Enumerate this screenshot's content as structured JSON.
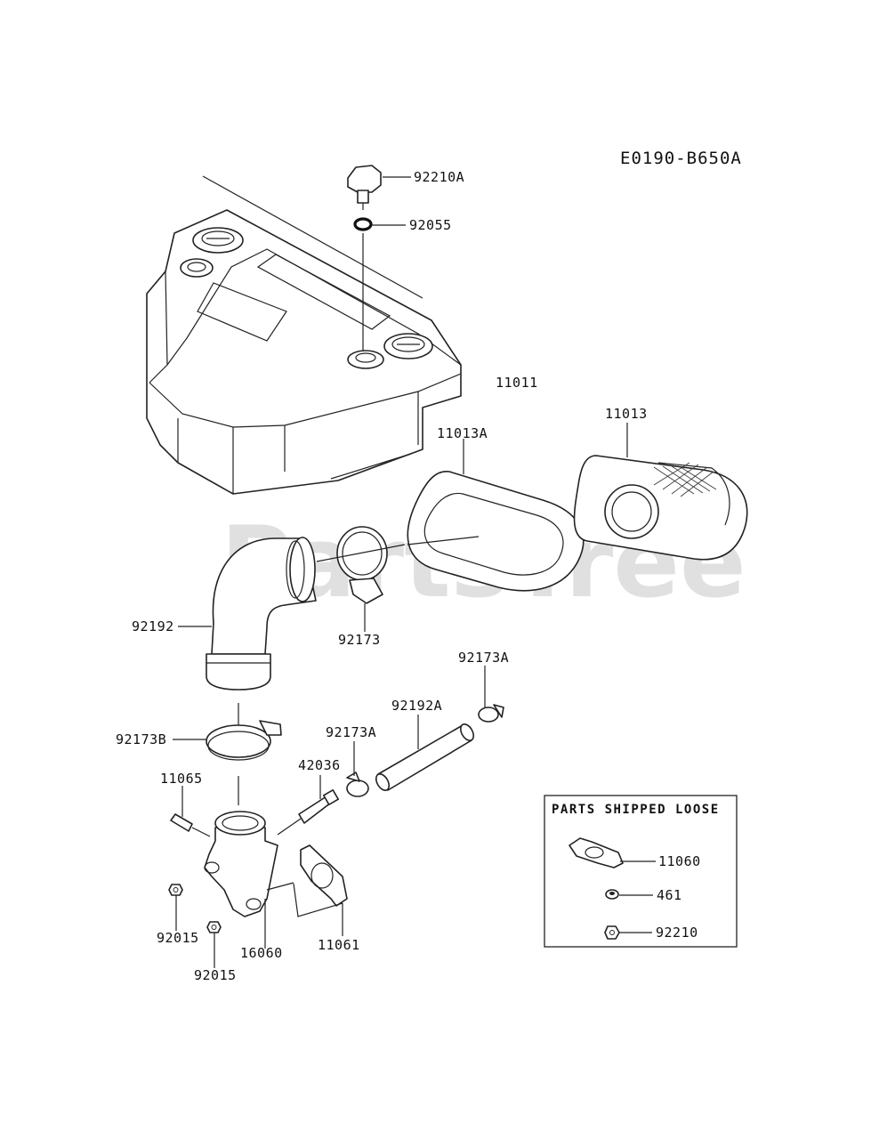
{
  "diagram_code": "E0190-B650A",
  "watermark": "PartsTree",
  "watermark_tm": "™",
  "parts": {
    "p92210A": "92210A",
    "p92055": "92055",
    "p11011": "11011",
    "p11013": "11013",
    "p11013A": "11013A",
    "p92192": "92192",
    "p92173": "92173",
    "p92173A_top": "92173A",
    "p92192A": "92192A",
    "p92173A_mid": "92173A",
    "p92173B": "92173B",
    "p42036": "42036",
    "p11065": "11065",
    "p92015_a": "92015",
    "p92015_b": "92015",
    "p16060": "16060",
    "p11061": "11061"
  },
  "loose_box": {
    "title": "PARTS SHIPPED LOOSE",
    "p11060": "11060",
    "p461": "461",
    "p92210": "92210"
  }
}
